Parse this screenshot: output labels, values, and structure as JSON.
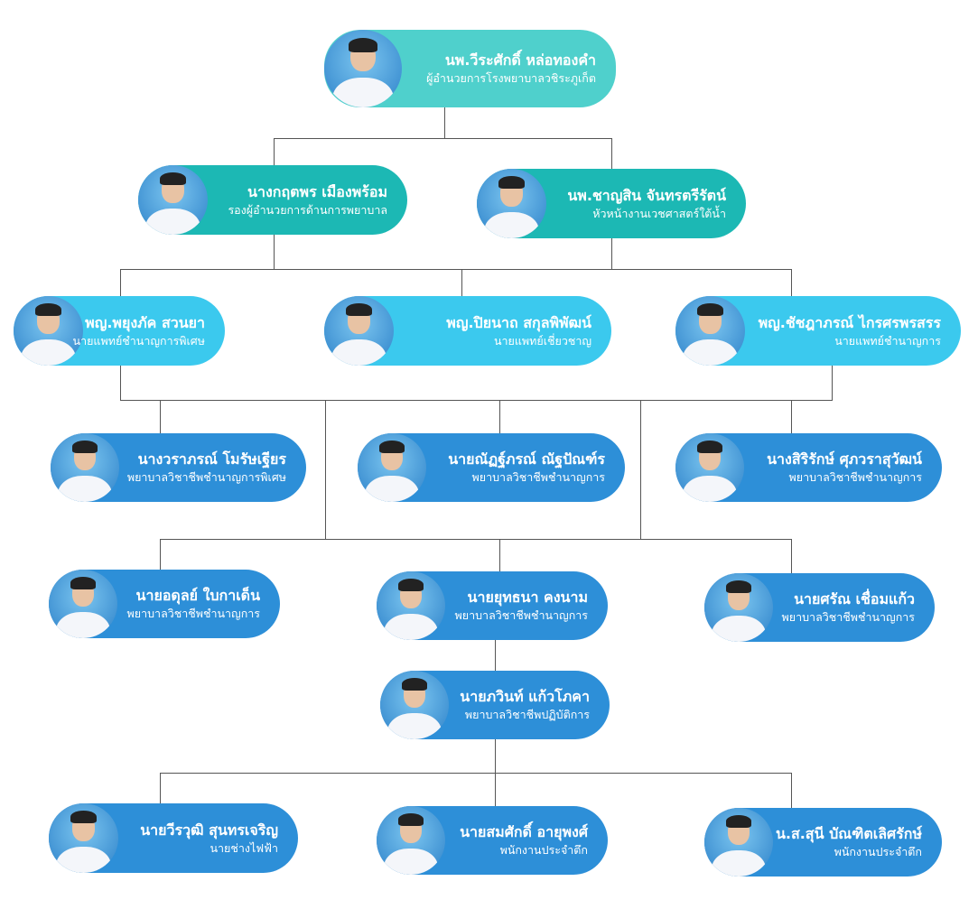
{
  "people": [
    {
      "name": "นพ.วีระศักดิ์ หล่อทองคำ",
      "position": "ผู้อำนวยการโรงพยาบาลวชิระภูเก็ต"
    },
    {
      "name": "นางกฤตพร เมืองพร้อม",
      "position": "รองผู้อำนวยการด้านการพยาบาล"
    },
    {
      "name": "นพ.ชาญสิน จันทรตรีรัตน์",
      "position": "หัวหน้างานเวชศาสตร์ใต้น้ำ"
    },
    {
      "name": "พญ.พยุงภัค สวนยา",
      "position": "นายแพทย์ชำนาญการพิเศษ"
    },
    {
      "name": "พญ.ปิยนาถ สกุลพิพัฒน์",
      "position": "นายแพทย์เชี่ยวชาญ"
    },
    {
      "name": "พญ.ชัชฎาภรณ์ ไกรศรพรสรร",
      "position": "นายแพทย์ชำนาญการ"
    },
    {
      "name": "นางวราภรณ์ โมรัษเฐียร",
      "position": "พยาบาลวิชาชีพชำนาญการพิเศษ"
    },
    {
      "name": "นายณัฏฐ์ภรณ์ ณัฐปัณฑ์ร",
      "position": "พยาบาลวิชาชีพชำนาญการ"
    },
    {
      "name": "นางสิริรักษ์ ศุภวราสุวัฒน์",
      "position": "พยาบาลวิชาชีพชำนาญการ"
    },
    {
      "name": "นายอดุลย์ ใบกาเด็น",
      "position": "พยาบาลวิชาชีพชำนาญการ"
    },
    {
      "name": "นายยุทธนา คงนาม",
      "position": "พยาบาลวิชาชีพชำนาญการ"
    },
    {
      "name": "นายศรัณ เชื่อมแก้ว",
      "position": "พยาบาลวิชาชีพชำนาญการ"
    },
    {
      "name": "นายภวินท์ แก้วโภคา",
      "position": "พยาบาลวิชาชีพปฏิบัติการ"
    },
    {
      "name": "นายวีรวุฒิ สุนทรเจริญ",
      "position": "นายช่างไฟฟ้า"
    },
    {
      "name": "นายสมศักดิ์ อายุพงศ์",
      "position": "พนักงานประจำตึก"
    },
    {
      "name": "น.ส.สุนี บัณฑิตเลิศรักษ์",
      "position": "พนักงานประจำตึก"
    }
  ],
  "colors": {
    "level1": "#4fd0cc",
    "level2": "#1cb8b4",
    "level3": "#3bc9ee",
    "level4": "#2d8fd8"
  }
}
